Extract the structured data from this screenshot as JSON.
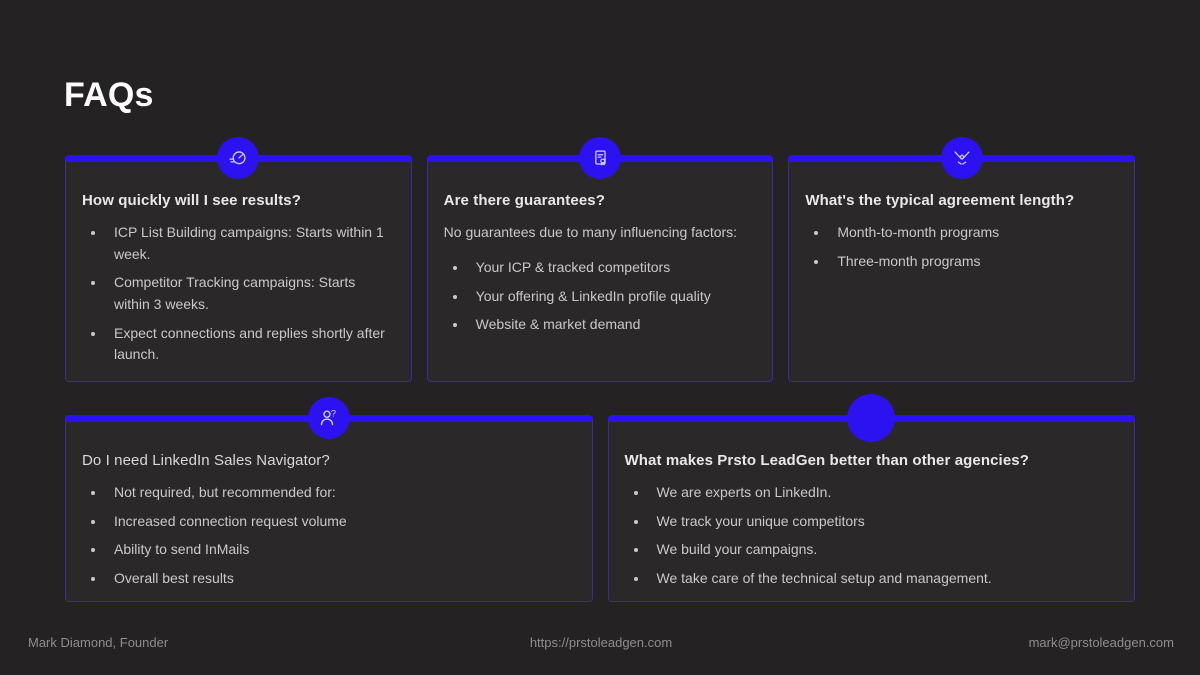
{
  "page": {
    "title": "FAQs"
  },
  "colors": {
    "background": "#242222",
    "accent_blue": "#2c12f0",
    "card_border": "#3c2a9e",
    "card_background": "#2a2828",
    "body_text": "#c9c9c9",
    "footer_text": "#8f8d8d"
  },
  "cards": [
    {
      "icon": "speedometer-icon",
      "title": "How quickly will I see results?",
      "bullets": [
        "ICP List Building campaigns: Starts within 1 week.",
        "Competitor Tracking campaigns: Starts within 3 weeks.",
        "Expect connections and replies shortly after launch."
      ]
    },
    {
      "icon": "certificate-icon",
      "title": "Are there guarantees?",
      "intro": "No guarantees due to many influencing factors:",
      "bullets": [
        "Your ICP & tracked competitors",
        "Your offering & LinkedIn profile quality",
        "Website & market demand"
      ]
    },
    {
      "icon": "handshake-icon",
      "title": "What's the typical agreement length?",
      "bullets": [
        "Month-to-month programs",
        "Three-month programs"
      ]
    },
    {
      "icon": "person-question-icon",
      "title": "Do I need LinkedIn Sales Navigator?",
      "bullets": [
        "Not required, but recommended for:",
        "Increased connection request volume",
        "Ability to send InMails",
        "Overall best results"
      ]
    },
    {
      "icon": "circle-badge",
      "title": "What makes Prsto LeadGen better than other agencies?",
      "bullets": [
        "We are experts on LinkedIn.",
        "We track your unique competitors",
        "We build your campaigns.",
        "We take care of the technical setup and management."
      ]
    }
  ],
  "footer": {
    "left": "Mark Diamond, Founder",
    "center": "https://prstoleadgen.com",
    "right": "mark@prstoleadgen.com"
  }
}
